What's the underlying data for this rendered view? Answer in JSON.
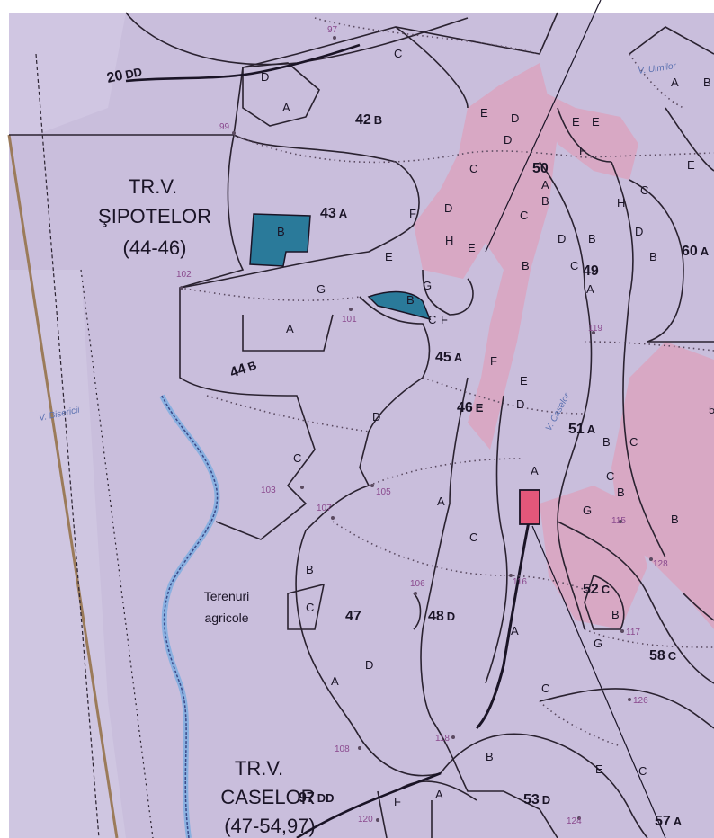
{
  "map": {
    "regions": [
      {
        "name": "TR.V.",
        "sub": "ŞIPOTELOR",
        "range": "(44-46)"
      },
      {
        "name": "TR.V.",
        "sub": "CASELOR",
        "range": "(47-54,97)"
      },
      {
        "name": "Terenuri",
        "sub": "agricole"
      }
    ],
    "streams": [
      "V. Bisericii",
      "V. Caselor",
      "V. Ulmilor"
    ],
    "parcels": [
      {
        "num": "20",
        "sub": "DD"
      },
      {
        "num": "42",
        "sub": "B"
      },
      {
        "num": "43",
        "sub": "A"
      },
      {
        "num": "44",
        "sub": "B"
      },
      {
        "num": "45",
        "sub": "A"
      },
      {
        "num": "46",
        "sub": "E"
      },
      {
        "num": "49",
        "sub": ""
      },
      {
        "num": "50",
        "sub": ""
      },
      {
        "num": "51",
        "sub": "A"
      },
      {
        "num": "52",
        "sub": "C"
      },
      {
        "num": "53",
        "sub": "D"
      },
      {
        "num": "57",
        "sub": "A"
      },
      {
        "num": "58",
        "sub": "C"
      },
      {
        "num": "60",
        "sub": "A"
      },
      {
        "num": "47",
        "sub": ""
      },
      {
        "num": "48",
        "sub": "D"
      },
      {
        "num": "97",
        "sub": "DD"
      }
    ],
    "points": [
      "97",
      "99",
      "102",
      "101",
      "103",
      "105",
      "106",
      "107",
      "108",
      "115",
      "116",
      "117",
      "118",
      "119",
      "120",
      "124",
      "126",
      "128"
    ],
    "colors": {
      "background": "#c9bedc",
      "pink_zone": "#d8a8c4",
      "highlight_blue": "#2a7a9a",
      "highlight_red": "#e4577a",
      "boundary": "#2a2230",
      "dotted": "#5a4a60",
      "river": "#8ab0e0"
    }
  }
}
